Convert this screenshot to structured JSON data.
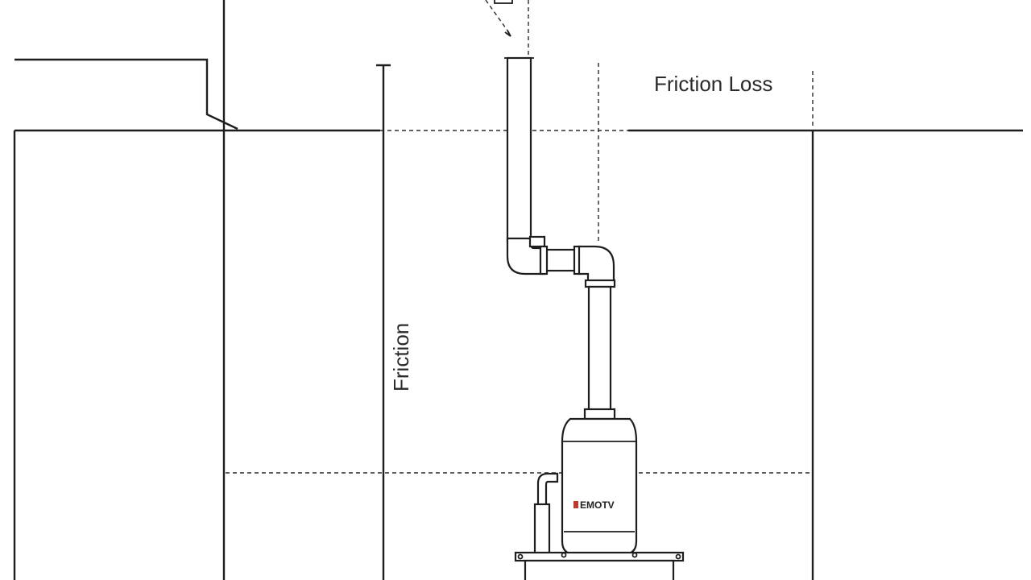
{
  "labels": {
    "friction_loss": "Friction Loss",
    "friction_vertical": "Friction"
  },
  "pump": {
    "brand_text": "EMOTV",
    "brand_color": "#c0392b"
  },
  "colors": {
    "line": "#1e1e1e",
    "background": "#ffffff"
  }
}
